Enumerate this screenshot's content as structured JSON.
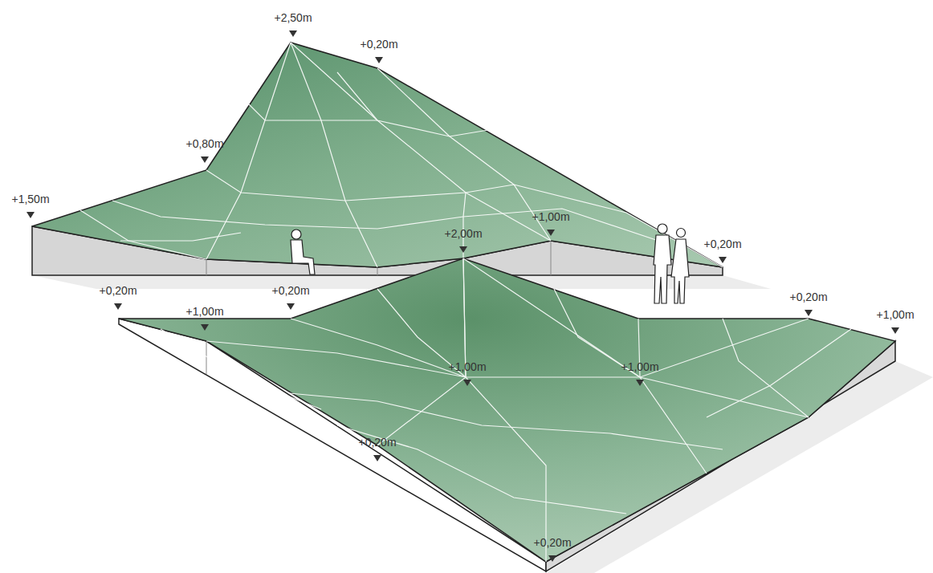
{
  "diagram": {
    "labels": [
      "+2,50m",
      "+0,20m",
      "+0,80m",
      "+1,50m",
      "+1,00m",
      "+2,00m",
      "+0,20m",
      "+0,20m",
      "+0,20m",
      "+1,00m",
      "+0,20m",
      "+1,00m",
      "+1,00m",
      "+1,00m",
      "+0,20m",
      "+0,20m"
    ]
  }
}
